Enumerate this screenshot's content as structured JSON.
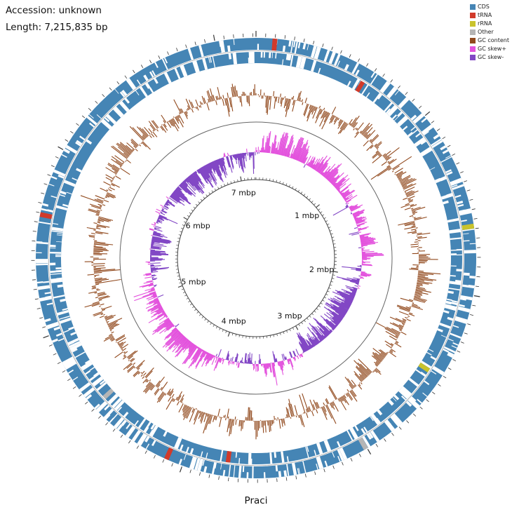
{
  "header": {
    "accession": "Accession: unknown",
    "length": "Length: 7,215,835 bp"
  },
  "footer": {
    "title": "Praci"
  },
  "legend": {
    "items": [
      {
        "label": "CDS",
        "color": "#4585b5"
      },
      {
        "label": "tRNA",
        "color": "#d13a2a"
      },
      {
        "label": "rRNA",
        "color": "#c9c32c"
      },
      {
        "label": "Other",
        "color": "#b5b5b5"
      },
      {
        "label": "GC content",
        "color": "#91491d"
      },
      {
        "label": "GC skew+",
        "color": "#e353dd"
      },
      {
        "label": "GC skew-",
        "color": "#8247c5"
      }
    ]
  },
  "chart_data": {
    "type": "circular-genome-map",
    "title": "Praci",
    "accession": "unknown",
    "length_bp": 7215835,
    "scale_labels": [
      {
        "label": "1 mbp",
        "mbp": 1
      },
      {
        "label": "2 mbp",
        "mbp": 2
      },
      {
        "label": "3 mbp",
        "mbp": 3
      },
      {
        "label": "4 mbp",
        "mbp": 4
      },
      {
        "label": "5 mbp",
        "mbp": 5
      },
      {
        "label": "6 mbp",
        "mbp": 6
      },
      {
        "label": "7 mbp",
        "mbp": 7
      }
    ],
    "rings_outer_to_inner": [
      {
        "name": "CDS forward strand",
        "legend": "CDS"
      },
      {
        "name": "CDS reverse strand",
        "legend": "CDS"
      },
      {
        "name": "GC content",
        "legend": "GC content"
      },
      {
        "name": "GC skew",
        "legend_positive": "GC skew+",
        "legend_negative": "GC skew-"
      }
    ],
    "feature_marks": [
      {
        "type": "tRNA",
        "ring": 1,
        "position_frac": 0.012
      },
      {
        "type": "tRNA",
        "ring": 2,
        "position_frac": 0.085
      },
      {
        "type": "rRNA",
        "ring": 1,
        "position_frac": 0.225
      },
      {
        "type": "rRNA",
        "ring": 2,
        "position_frac": 0.34
      },
      {
        "type": "Other",
        "ring": 1,
        "position_frac": 0.415
      },
      {
        "type": "tRNA",
        "ring": 2,
        "position_frac": 0.52
      },
      {
        "type": "tRNA",
        "ring": 1,
        "position_frac": 0.565
      },
      {
        "type": "Other",
        "ring": 2,
        "position_frac": 0.63
      },
      {
        "type": "tRNA",
        "ring": 1,
        "position_frac": 0.78
      }
    ]
  }
}
